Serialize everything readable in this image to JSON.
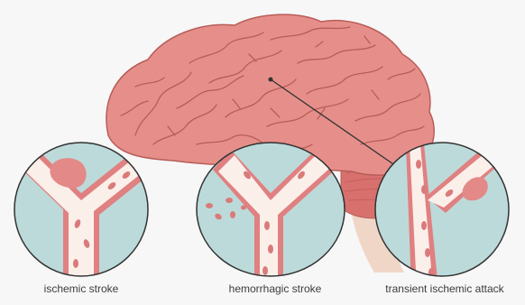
{
  "captions": {
    "ischemic": "ischemic stroke",
    "hemorrhagic": "hemorrhagic stroke",
    "tia": "transient ischemic attack"
  },
  "colors": {
    "background": "#f7f7f7",
    "brain": "#e68f8a",
    "brain_outline": "#b85c58",
    "cerebellum": "#d8706d",
    "brainstem": "#f0d6c6",
    "bubble": "#bddada",
    "vessel_wall": "#e08080",
    "vessel_inner": "#fbefea",
    "blood_cell": "#d97b7a",
    "clot": "#e38a88",
    "pointer_line": "#333333"
  }
}
